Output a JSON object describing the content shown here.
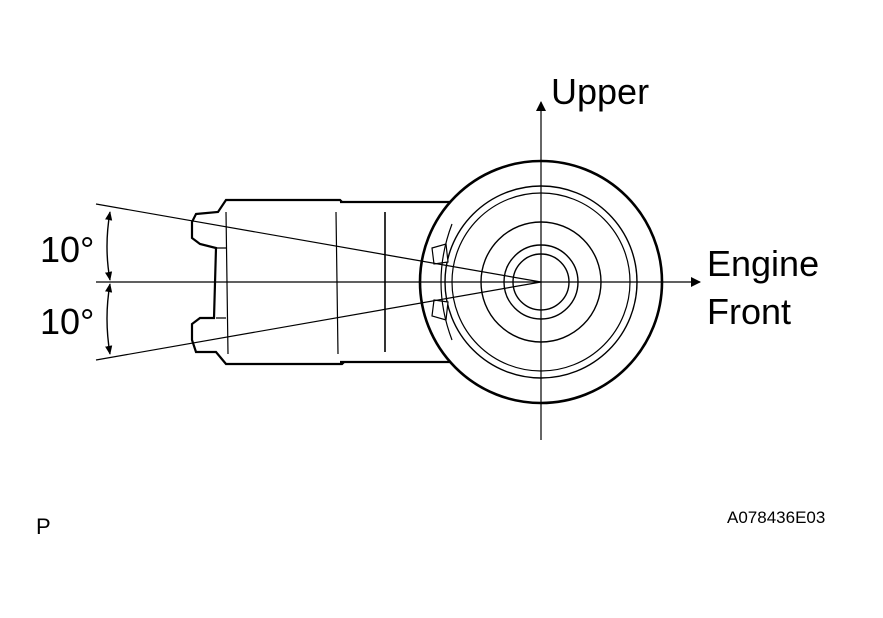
{
  "labels": {
    "upper": "Upper",
    "engine_front_line1": "Engine",
    "engine_front_line2": "Front",
    "angle_top": "10°",
    "angle_bottom": "10°",
    "page_marker": "P",
    "figure_code": "A078436E03"
  },
  "colors": {
    "line": "#000000",
    "background": "#ffffff"
  }
}
